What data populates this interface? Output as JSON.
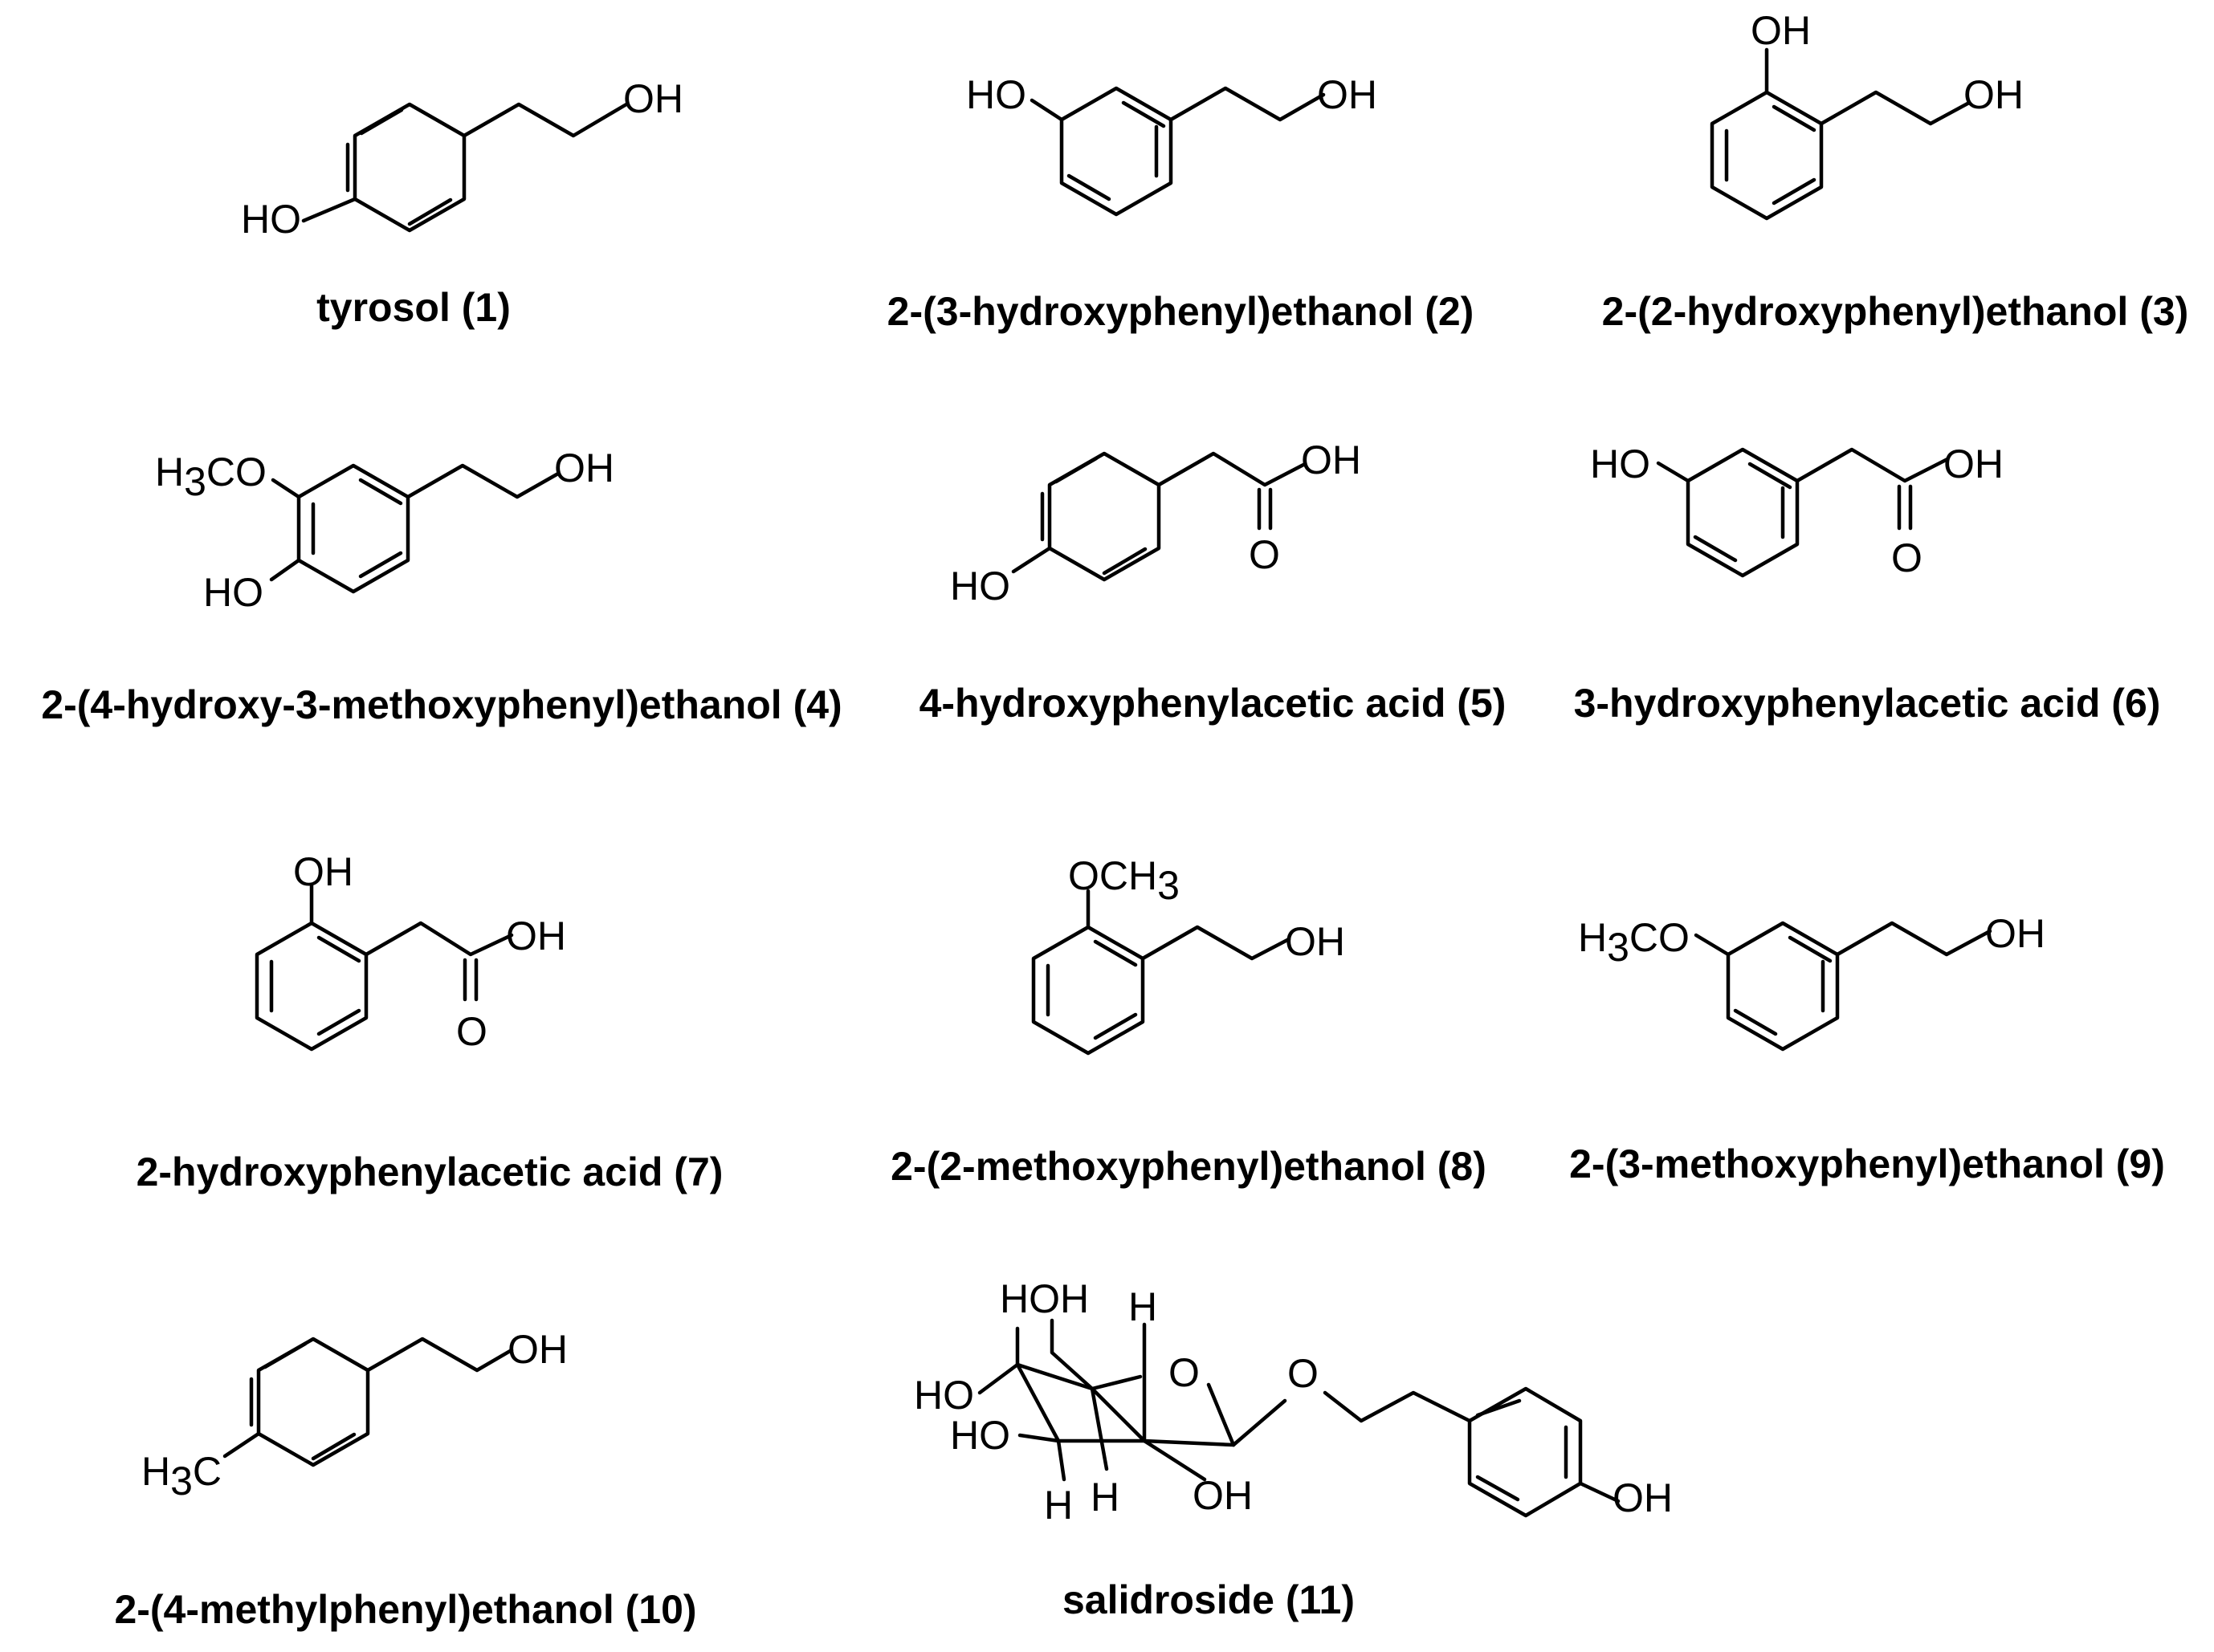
{
  "figure": {
    "compounds": [
      {
        "id": "c1",
        "name": "tyrosol (1)",
        "labels": {
          "oh1": "OH",
          "oh2": "HO"
        }
      },
      {
        "id": "c2",
        "name": "2-(3-hydroxyphenyl)ethanol (2)",
        "labels": {
          "oh1": "OH",
          "oh2": "HO"
        }
      },
      {
        "id": "c3",
        "name": "2-(2-hydroxyphenyl)ethanol (3)",
        "labels": {
          "oh1": "OH",
          "oh2": "OH"
        }
      },
      {
        "id": "c4",
        "name": "2-(4-hydroxy-3-methoxyphenyl)ethanol (4)",
        "labels": {
          "oh1": "OH",
          "oh2": "HO",
          "ome_h": "H",
          "ome_3": "3",
          "ome_co": "CO"
        }
      },
      {
        "id": "c5",
        "name": "4-hydroxyphenylacetic acid (5)",
        "labels": {
          "oh1": "OH",
          "oh2": "HO",
          "o": "O"
        }
      },
      {
        "id": "c6",
        "name": "3-hydroxyphenylacetic acid (6)",
        "labels": {
          "oh1": "OH",
          "oh2": "HO",
          "o": "O"
        }
      },
      {
        "id": "c7",
        "name": "2-hydroxyphenylacetic acid (7)",
        "labels": {
          "oh1": "OH",
          "oh2": "OH",
          "o": "O"
        }
      },
      {
        "id": "c8",
        "name": "2-(2-methoxyphenyl)ethanol (8)",
        "labels": {
          "oh1": "OH",
          "ome_och": "OCH",
          "ome_3": "3"
        }
      },
      {
        "id": "c9",
        "name": "2-(3-methoxyphenyl)ethanol (9)",
        "labels": {
          "oh1": "OH",
          "ome_h": "H",
          "ome_3": "3",
          "ome_co": "CO"
        }
      },
      {
        "id": "c10",
        "name": "2-(4-methylphenyl)ethanol (10)",
        "labels": {
          "oh1": "OH",
          "me_h": "H",
          "me_3": "3",
          "me_c": "C"
        }
      },
      {
        "id": "c11",
        "name": "salidroside (11)",
        "labels": {
          "hoh": "HOH",
          "ho1": "HO",
          "ho2": "HO",
          "h1": "H",
          "h2": "H",
          "h3": "H",
          "o_ring": "O",
          "oh_bottom": "OH",
          "o_link": "O",
          "oh_phenol": "OH"
        }
      }
    ]
  }
}
